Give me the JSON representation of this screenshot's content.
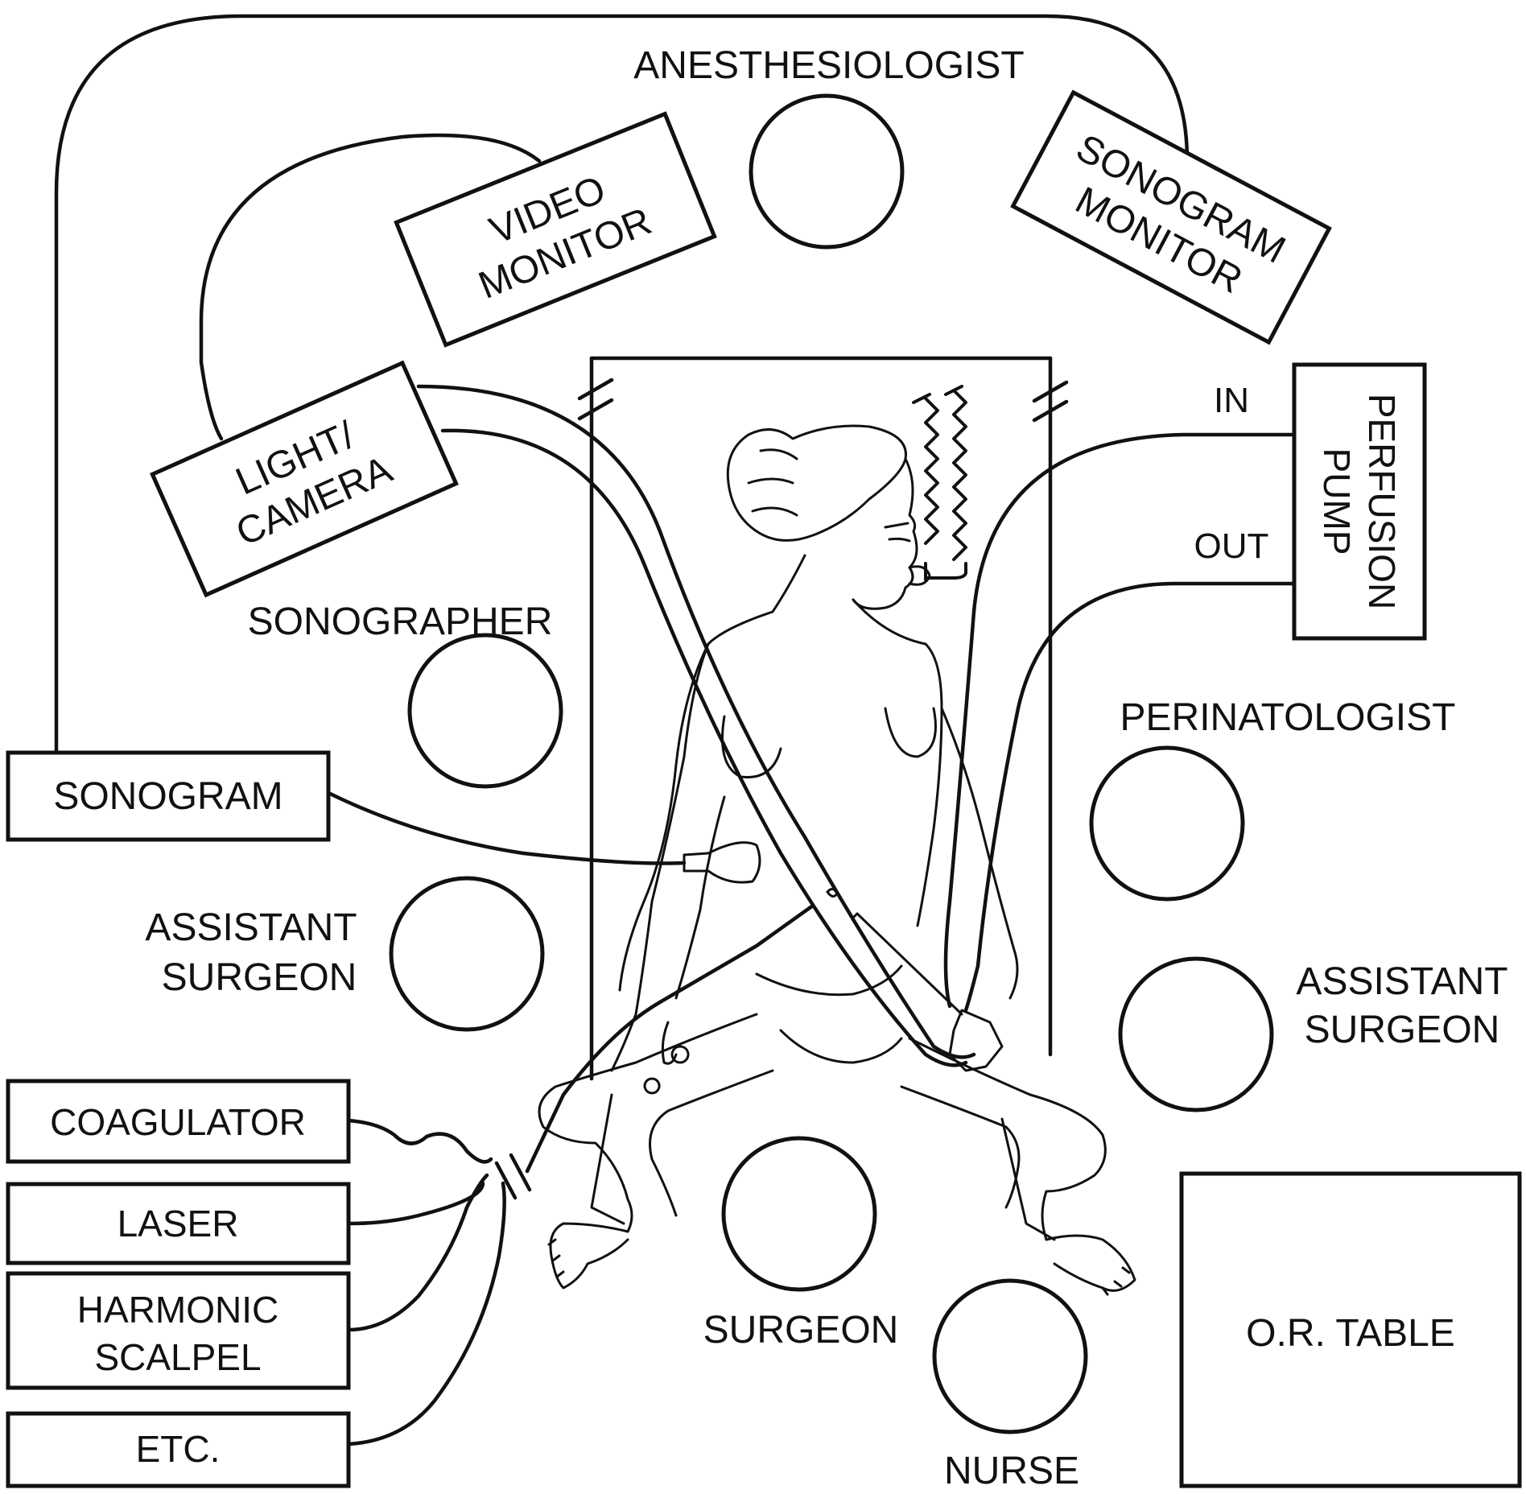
{
  "roles": {
    "anesthesiologist": "ANESTHESIOLOGIST",
    "sonographer": "SONOGRAPHER",
    "perinatologist": "PERINATOLOGIST",
    "assistant_surgeon_left": [
      "ASSISTANT",
      "SURGEON"
    ],
    "assistant_surgeon_right": [
      "ASSISTANT",
      "SURGEON"
    ],
    "surgeon": "SURGEON",
    "nurse": "NURSE"
  },
  "equipment": {
    "video_monitor": [
      "VIDEO",
      "MONITOR"
    ],
    "sonogram_monitor": [
      "SONOGRAM",
      "MONITOR"
    ],
    "light_camera": [
      "LIGHT/",
      "CAMERA"
    ],
    "perfusion_pump": [
      "PERFUSION",
      "PUMP"
    ],
    "pump_in": "IN",
    "pump_out": "OUT",
    "sonogram": "SONOGRAM",
    "coagulator": "COAGULATOR",
    "laser": "LASER",
    "harmonic_scalpel": [
      "HARMONIC",
      "SCALPEL"
    ],
    "etc": "ETC.",
    "or_table": "O.R. TABLE"
  }
}
